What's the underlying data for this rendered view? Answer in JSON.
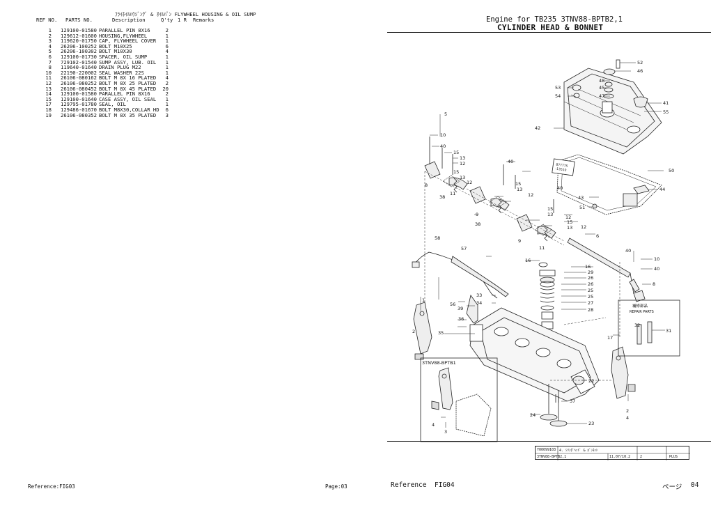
{
  "left": {
    "section_title": "ﾌﾗｲﾎｲﾙﾊｳｼﾞﾝｸﾞ & ｵｲﾙﾊﾟﾝ   FLYWHEEL HOUSING & OIL SUMP",
    "headers": {
      "ref_no": "REF NO.",
      "parts_no": "PARTS NO.",
      "description": "Description",
      "qty": "Q'ty",
      "r": "1  R",
      "remarks": "Remarks"
    },
    "rows": [
      {
        "ref": "1",
        "pn": "129100-01580",
        "desc": "PARALLEL PIN 8X16",
        "qty": "2"
      },
      {
        "ref": "2",
        "pn": "129612-01600",
        "desc": "HOUSING,FLYWHEEL",
        "qty": "1"
      },
      {
        "ref": "3",
        "pn": "119620-01750",
        "desc": "CAP, FLYWHEEL COVER",
        "qty": "1"
      },
      {
        "ref": "4",
        "pn": "26206-100252",
        "desc": "BOLT M10X25",
        "qty": "6"
      },
      {
        "ref": "5",
        "pn": "26206-100302",
        "desc": "BOLT M10X30",
        "qty": "4"
      },
      {
        "ref": "6",
        "pn": "129100-01730",
        "desc": "SPACER, OIL SUMP",
        "qty": "1"
      },
      {
        "ref": "7",
        "pn": "729102-01540",
        "desc": "SUMP ASSY, LUB. OIL",
        "qty": "1"
      },
      {
        "ref": "8",
        "pn": "119640-01640",
        "desc": " DRAIN PLUG M22",
        "qty": "1"
      },
      {
        "ref": "10",
        "pn": "22190-220002",
        "desc": " SEAL WASHER 22S",
        "qty": "1"
      },
      {
        "ref": "11",
        "pn": "26106-080162",
        "desc": "BOLT M 8X 16 PLATED",
        "qty": "4"
      },
      {
        "ref": "12",
        "pn": "26106-080252",
        "desc": "BOLT M 8X 25 PLATED",
        "qty": "2"
      },
      {
        "ref": "13",
        "pn": "26106-080452",
        "desc": "BOLT M 8X 45 PLATED",
        "qty": "20"
      },
      {
        "ref": "14",
        "pn": "129100-01580",
        "desc": "PARALLEL PIN 8X16",
        "qty": "2"
      },
      {
        "ref": "15",
        "pn": "129100-01640",
        "desc": "CASE ASSY, OIL SEAL",
        "qty": "1"
      },
      {
        "ref": "17",
        "pn": "129795-01780",
        "desc": " SEAL, OIL",
        "qty": "1"
      },
      {
        "ref": "18",
        "pn": "129486-01670",
        "desc": "BOLT M8X30,COLLAR HD",
        "qty": "6"
      },
      {
        "ref": "19",
        "pn": "26106-080352",
        "desc": "BOLT M 8X 35 PLATED",
        "qty": "3"
      }
    ],
    "footer_ref": "Reference:FIG03",
    "footer_page": "Page:03"
  },
  "right": {
    "engine_title": "Engine for TB235  3TNV88-BPTB2,1",
    "figure_title": "CYLINDER HEAD & BONNET",
    "inset_label": "3TNV88-BPTB1",
    "repair_label_jp": "補修部品",
    "repair_label_en": "REPAIR PARTS",
    "decal_text": [
      "877775",
      "-13510"
    ],
    "callouts": [
      "52",
      "46",
      "48",
      "45",
      "47",
      "53",
      "54",
      "41",
      "55",
      "42",
      "5",
      "10",
      "40",
      "15",
      "13",
      "12",
      "40",
      "15",
      "13",
      "12",
      "8",
      "11",
      "40",
      "15",
      "13",
      "12",
      "38",
      "9",
      "50",
      "43",
      "44",
      "51",
      "15",
      "13",
      "12",
      "38",
      "15",
      "13",
      "12",
      "9",
      "11",
      "6",
      "58",
      "57",
      "16",
      "16",
      "29",
      "26",
      "26",
      "25",
      "25",
      "27",
      "28",
      "40",
      "10",
      "40",
      "8",
      "1",
      "33",
      "34",
      "56",
      "39",
      "36",
      "2",
      "35",
      "17",
      "32",
      "31",
      "22",
      "37",
      "24",
      "23",
      "2",
      "4",
      "4",
      "3"
    ],
    "title_block": {
      "code": "Y00099103",
      "name_jp": "4. ｼﾘﾝﾀﾞﾍｯﾄﾞ & ﾎﾞﾝﾈｯﾄ",
      "model": "3TNV88-BPTB2,1",
      "date": "11.07/10.2",
      "ver": "2",
      "plus": "PLUS"
    },
    "footer_ref": "Reference",
    "footer_fig": "FIG04",
    "footer_page_label": "ページ",
    "footer_page": "04"
  }
}
